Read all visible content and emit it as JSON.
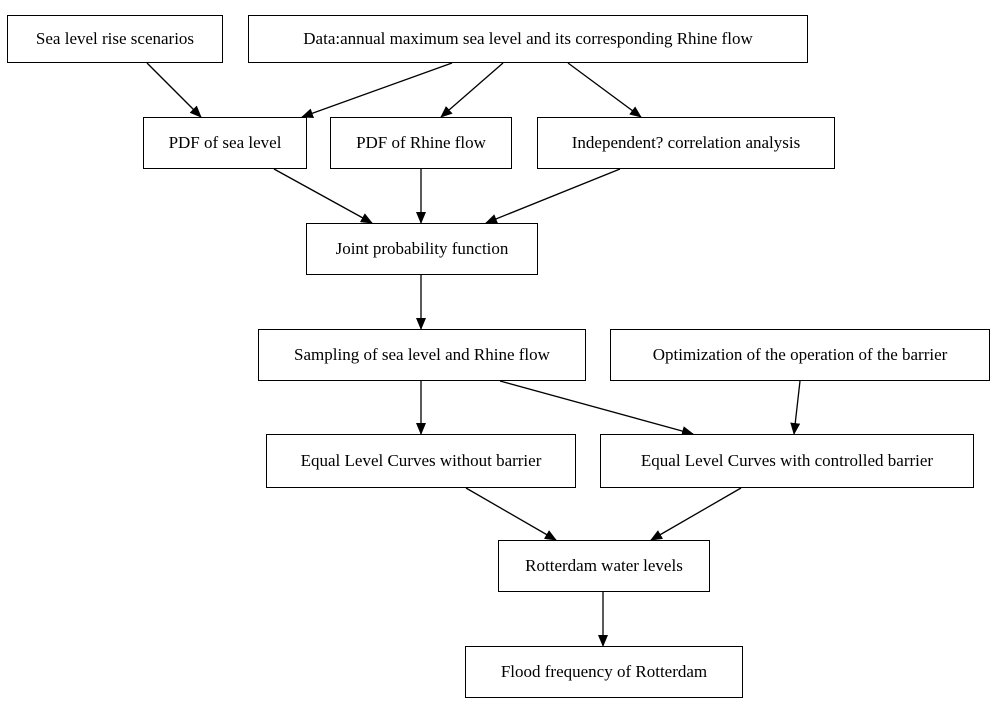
{
  "nodes": {
    "sea_level_rise": "Sea level rise scenarios",
    "data": "Data:annual maximum sea level and its corresponding Rhine flow",
    "pdf_sea": "PDF of sea level",
    "pdf_rhine": "PDF of Rhine flow",
    "independent": "Independent? correlation analysis",
    "joint": "Joint probability function",
    "sampling": "Sampling of sea level and Rhine flow",
    "optimization": "Optimization of the operation of the barrier",
    "elc_without": "Equal Level Curves without barrier",
    "elc_with": "Equal Level Curves with controlled barrier",
    "rotterdam_levels": "Rotterdam water levels",
    "flood_frequency": "Flood frequency of Rotterdam"
  },
  "edges": [
    [
      "sea_level_rise",
      "pdf_sea"
    ],
    [
      "data",
      "pdf_sea"
    ],
    [
      "data",
      "pdf_rhine"
    ],
    [
      "data",
      "independent"
    ],
    [
      "pdf_sea",
      "joint"
    ],
    [
      "pdf_rhine",
      "joint"
    ],
    [
      "independent",
      "joint"
    ],
    [
      "joint",
      "sampling"
    ],
    [
      "sampling",
      "elc_without"
    ],
    [
      "sampling",
      "elc_with"
    ],
    [
      "optimization",
      "elc_with"
    ],
    [
      "elc_without",
      "rotterdam_levels"
    ],
    [
      "elc_with",
      "rotterdam_levels"
    ],
    [
      "rotterdam_levels",
      "flood_frequency"
    ]
  ]
}
